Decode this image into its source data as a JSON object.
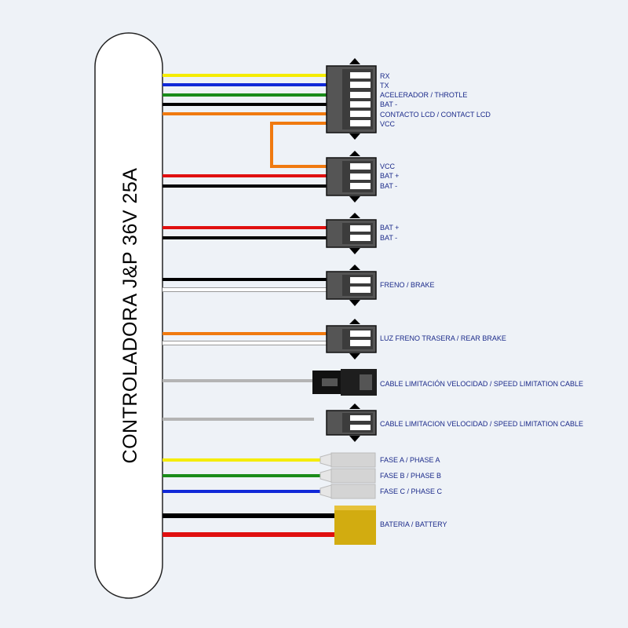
{
  "controller": {
    "title": "CONTROLADORA J&P 36V 25A"
  },
  "colors": {
    "yellow": "#f5ec00",
    "blue": "#1028d8",
    "green": "#1a8c1a",
    "black": "#000000",
    "orange": "#f07a10",
    "red": "#e01010",
    "white": "#ffffff",
    "gray": "#b4b4b4",
    "label": "#1b2a8a",
    "battery": "#d2ac10"
  },
  "connectors": [
    {
      "id": "main-6pin",
      "labels": [
        "RX",
        "TX",
        "ACELERADOR / THROTLE",
        "BAT -",
        "CONTACTO LCD / CONTACT LCD",
        "VCC"
      ]
    },
    {
      "id": "display-3pin",
      "labels": [
        "VCC",
        "BAT +",
        "BAT -"
      ]
    },
    {
      "id": "power-2pin",
      "labels": [
        "BAT +",
        "BAT -"
      ]
    },
    {
      "id": "brake-2pin",
      "labels": [
        "FRENO / BRAKE"
      ]
    },
    {
      "id": "rear-brake-2pin",
      "labels": [
        "LUZ FRENO TRASERA / REAR BRAKE"
      ]
    },
    {
      "id": "speed-limit-plug",
      "labels": [
        "CABLE LIMITACIÓN VELOCIDAD / SPEED LIMITATION CABLE"
      ]
    },
    {
      "id": "speed-limit-2pin",
      "labels": [
        "CABLE LIMITACION VELOCIDAD / SPEED LIMITATION CABLE"
      ]
    },
    {
      "id": "phase-connectors",
      "labels": [
        "FASE A / PHASE A",
        "FASE B / PHASE B",
        "FASE C / PHASE C"
      ]
    },
    {
      "id": "battery-connector",
      "labels": [
        "BATERIA / BATTERY"
      ]
    }
  ]
}
